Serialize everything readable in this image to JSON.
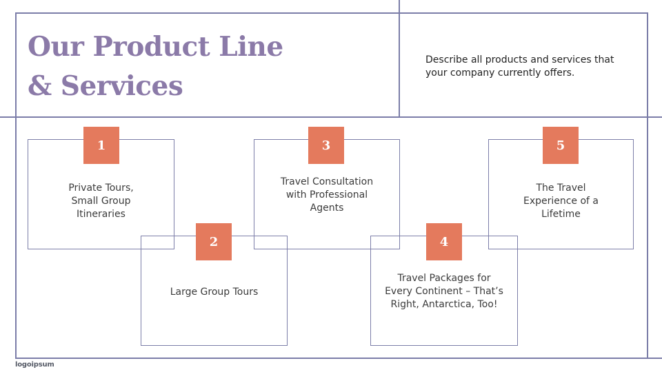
{
  "title": {
    "line1": "Our Product Line",
    "line2": "& Services"
  },
  "description": "Describe all products and services that your company currently offers.",
  "items": [
    {
      "number": "1",
      "text": "Private Tours, Small Group Itineraries"
    },
    {
      "number": "2",
      "text": "Large Group Tours"
    },
    {
      "number": "3",
      "text": "Travel Consultation with Professional Agents"
    },
    {
      "number": "4",
      "text": "Travel Packages for Every Continent – That’s Right, Antarctica, Too!"
    },
    {
      "number": "5",
      "text": "The Travel Experience of a Lifetime"
    }
  ],
  "logo": "logoipsum",
  "colors": {
    "accent": "#e47a5d",
    "line": "#7b7da8",
    "title": "#8b7aa8"
  }
}
